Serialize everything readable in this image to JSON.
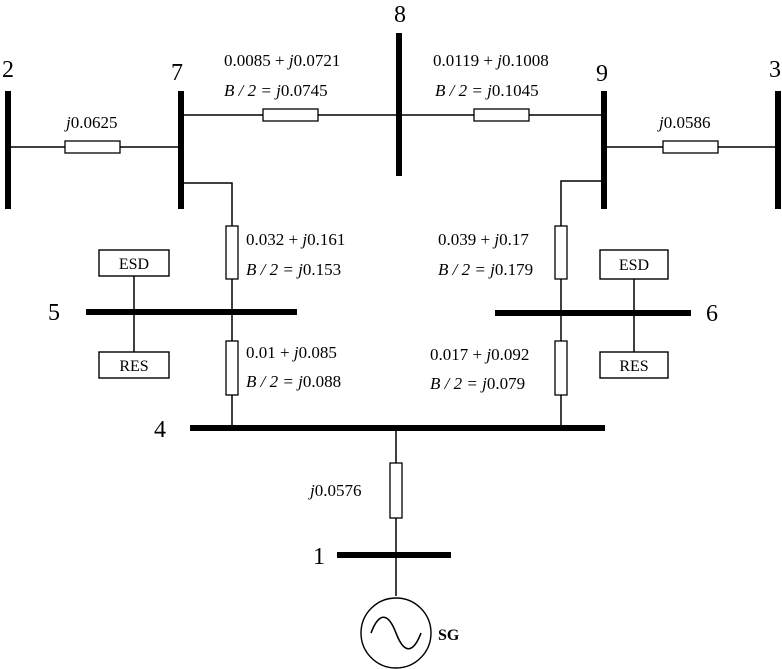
{
  "buses": [
    {
      "id": "1",
      "label": "1"
    },
    {
      "id": "2",
      "label": "2"
    },
    {
      "id": "3",
      "label": "3"
    },
    {
      "id": "4",
      "label": "4"
    },
    {
      "id": "5",
      "label": "5"
    },
    {
      "id": "6",
      "label": "6"
    },
    {
      "id": "7",
      "label": "7"
    },
    {
      "id": "8",
      "label": "8"
    },
    {
      "id": "9",
      "label": "9"
    }
  ],
  "branches": {
    "b2_7": {
      "z_re": "",
      "z_im": "0.0625"
    },
    "b9_3": {
      "z_re": "",
      "z_im": "0.0586"
    },
    "b7_8": {
      "z_re": "0.0085",
      "z_im": "0.0721",
      "b_half": "0.0745"
    },
    "b8_9": {
      "z_re": "0.0119",
      "z_im": "0.1008",
      "b_half": "0.1045"
    },
    "b7_5": {
      "z_re": "0.032",
      "z_im": "0.161",
      "b_half": "0.153"
    },
    "b9_6": {
      "z_re": "0.039",
      "z_im": "0.17",
      "b_half": "0.179"
    },
    "b5_4": {
      "z_re": "0.01",
      "z_im": "0.085",
      "b_half": "0.088"
    },
    "b6_4": {
      "z_re": "0.017",
      "z_im": "0.092",
      "b_half": "0.079"
    },
    "b4_1": {
      "z_re": "",
      "z_im": "0.0576"
    }
  },
  "symbols": {
    "plus": "+",
    "j": "j",
    "b_over_2": "B / 2 = "
  },
  "devices": {
    "esd_bus5": "ESD",
    "res_bus5": "RES",
    "esd_bus6": "ESD",
    "res_bus6": "RES",
    "generator": "SG"
  }
}
